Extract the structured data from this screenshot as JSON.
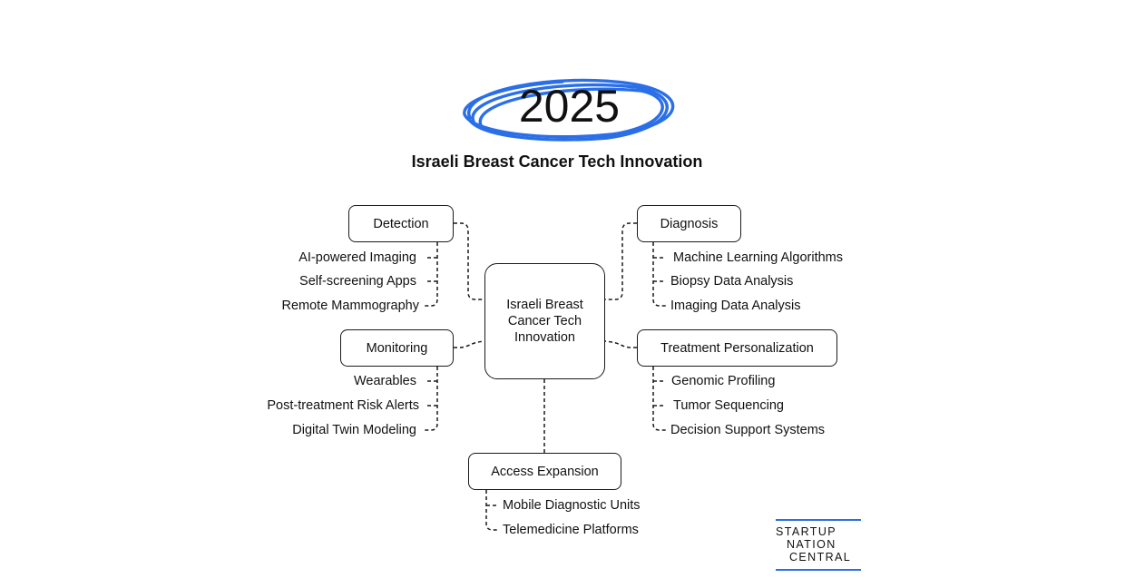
{
  "header": {
    "year": "2025",
    "title": "Israeli Breast Cancer Tech Innovation"
  },
  "center": {
    "label_line1": "Israeli Breast",
    "label_line2": "Cancer Tech",
    "label_line3": "Innovation"
  },
  "branches": {
    "detection": {
      "label": "Detection",
      "items": [
        "AI-powered Imaging",
        "Self-screening Apps",
        "Remote Mammography"
      ]
    },
    "diagnosis": {
      "label": "Diagnosis",
      "items": [
        "Machine Learning Algorithms",
        "Biopsy Data Analysis",
        "Imaging Data Analysis"
      ]
    },
    "monitoring": {
      "label": "Monitoring",
      "items": [
        "Wearables",
        "Post-treatment Risk Alerts",
        "Digital Twin Modeling"
      ]
    },
    "treatment": {
      "label": "Treatment Personalization",
      "items": [
        "Genomic Profiling",
        "Tumor Sequencing",
        "Decision Support Systems"
      ]
    },
    "access": {
      "label": "Access Expansion",
      "items": [
        "Mobile Diagnostic Units",
        "Telemedicine Platforms"
      ]
    }
  },
  "logo": {
    "line1": "STARTUP",
    "line2": "NATION",
    "line3": "CENTRAL"
  },
  "colors": {
    "accent": "#2a6fe8",
    "ink": "#111111",
    "background": "#ffffff"
  }
}
